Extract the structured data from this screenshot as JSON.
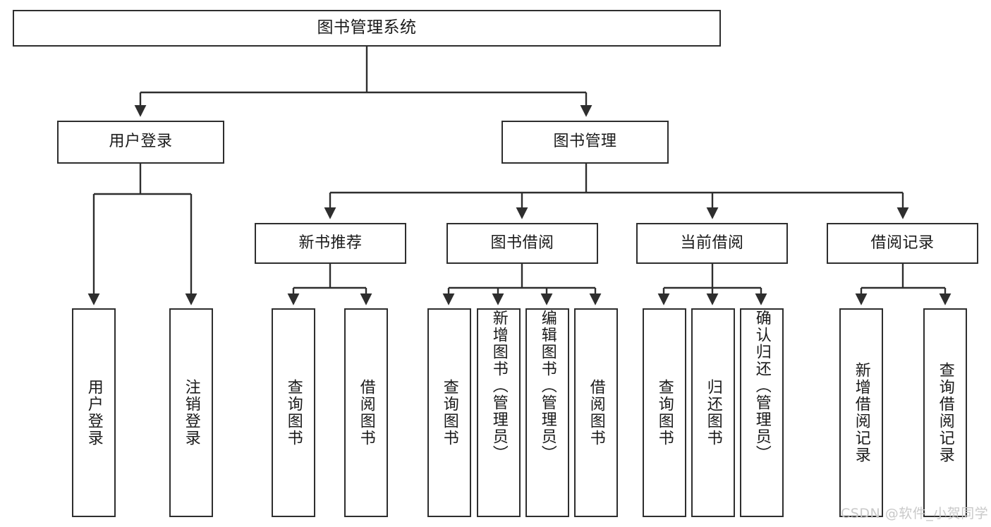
{
  "diagram": {
    "title": "图书管理系统",
    "type": "tree-hierarchy",
    "root": {
      "label": "图书管理系统"
    },
    "level2": [
      {
        "label": "用户登录"
      },
      {
        "label": "图书管理"
      }
    ],
    "level3": [
      {
        "label": "新书推荐"
      },
      {
        "label": "图书借阅"
      },
      {
        "label": "当前借阅"
      },
      {
        "label": "借阅记录"
      }
    ],
    "leaves": {
      "user_login": [
        {
          "label": "用户登录"
        },
        {
          "label": "注销登录"
        }
      ],
      "new_book_recommend": [
        {
          "label": "查询图书"
        },
        {
          "label": "借阅图书"
        }
      ],
      "book_borrow": [
        {
          "label": "查询图书"
        },
        {
          "label": "新增图书（管理员）"
        },
        {
          "label": "编辑图书（管理员）"
        },
        {
          "label": "借阅图书"
        }
      ],
      "current_borrow": [
        {
          "label": "查询图书"
        },
        {
          "label": "归还图书"
        },
        {
          "label": "确认归还（管理员）"
        }
      ],
      "borrow_record": [
        {
          "label": "新增借阅记录"
        },
        {
          "label": "查询借阅记录"
        }
      ]
    }
  },
  "watermark": {
    "text": "CSDN @软件_小贺同学"
  },
  "colors": {
    "box_border": "#2e2e2e",
    "box_fill": "#ffffff",
    "text": "#1a1a1a",
    "edge": "#2e2e2e",
    "watermark": "#c9c9c9"
  }
}
